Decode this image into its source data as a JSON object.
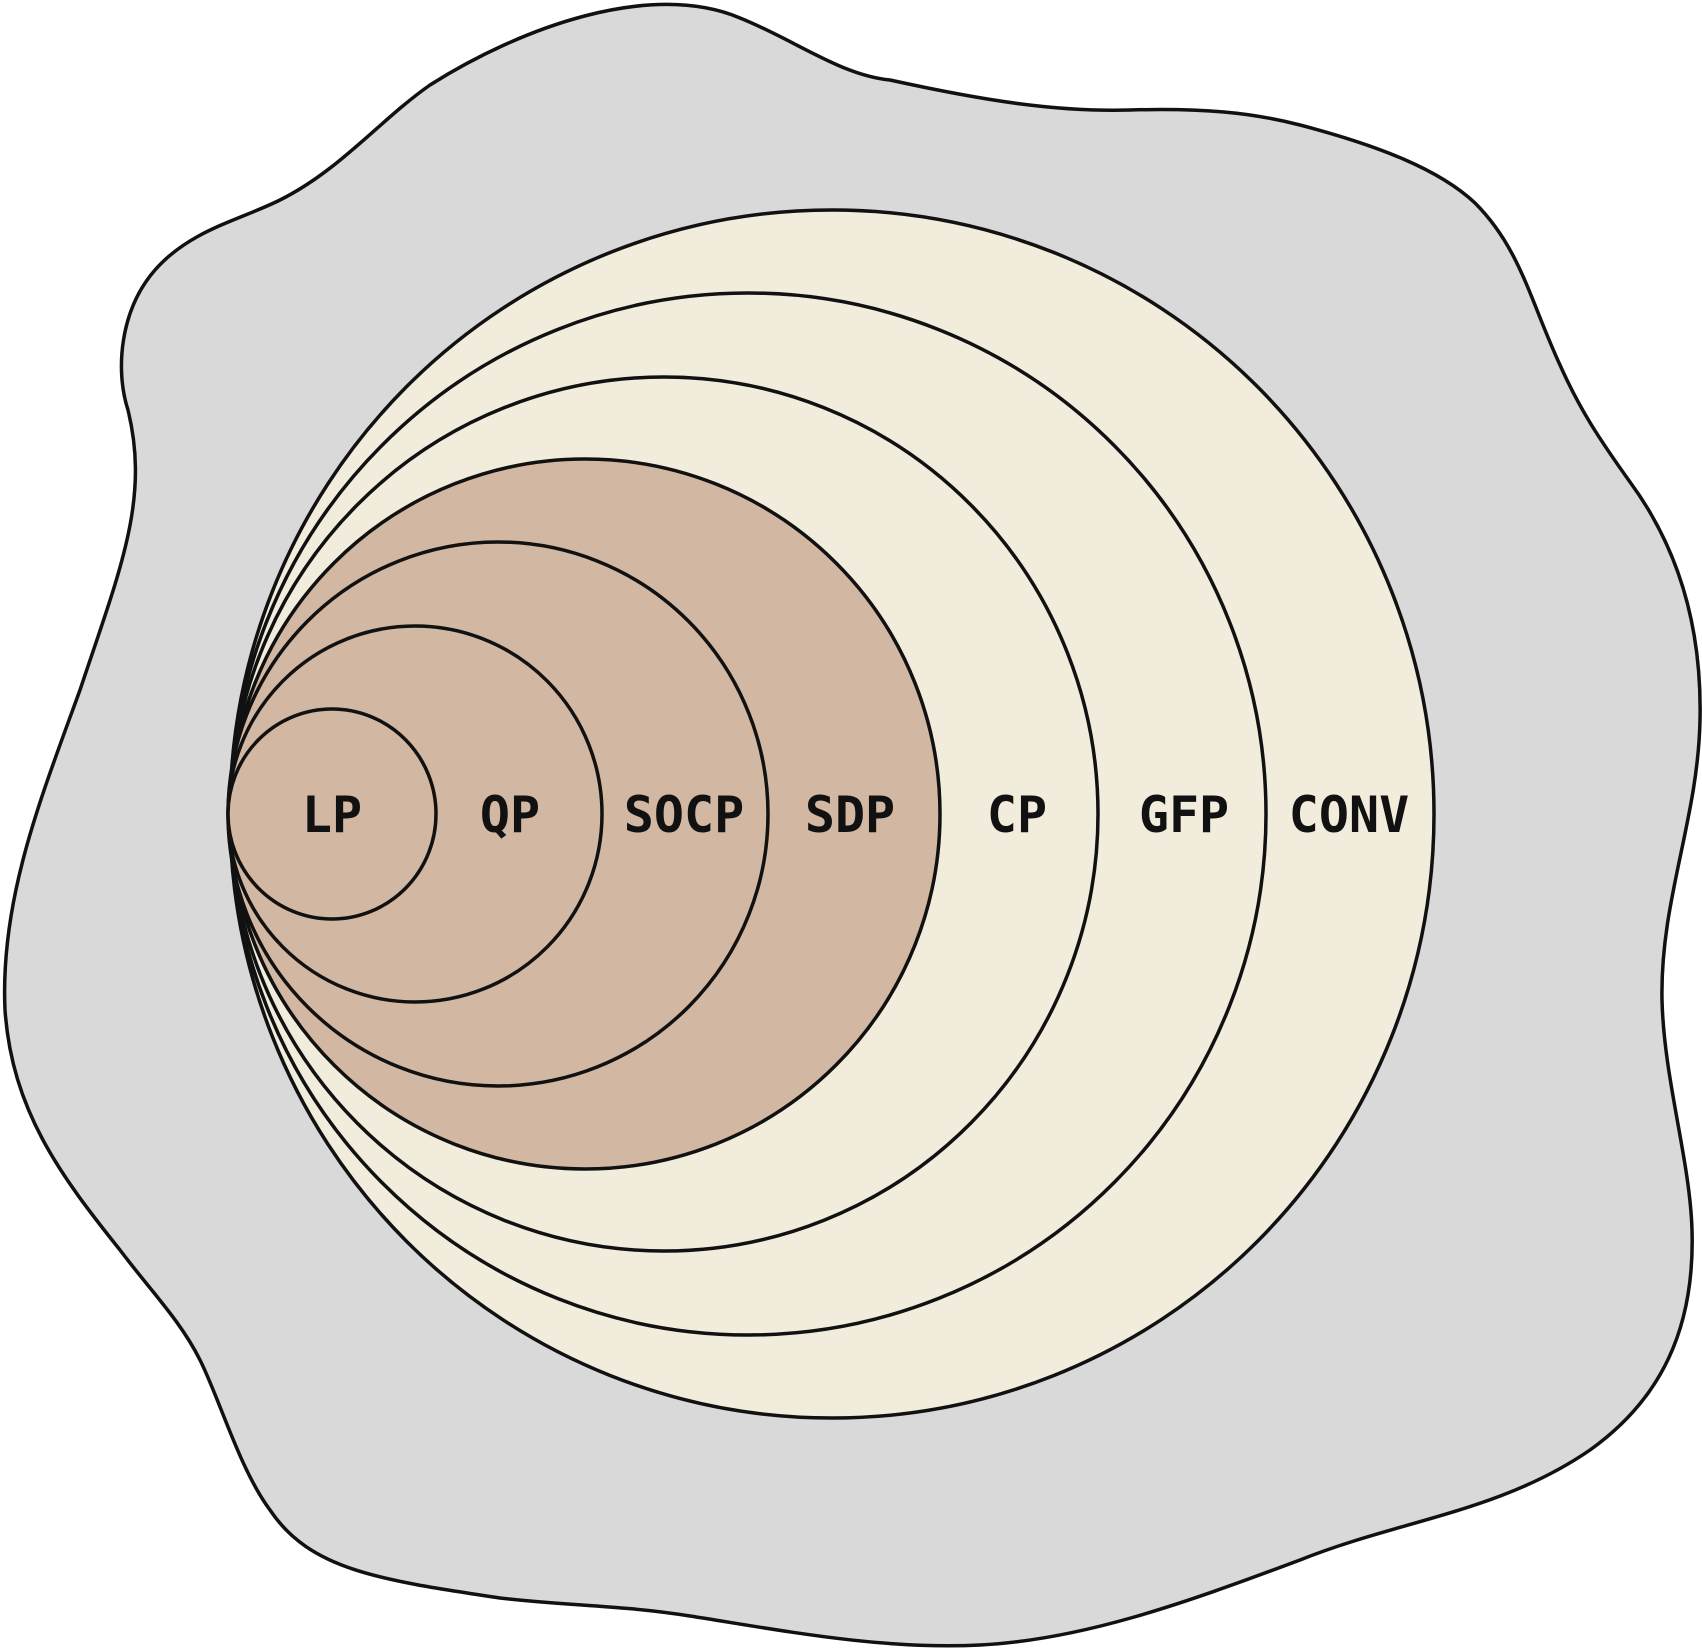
{
  "colors": {
    "background_region": "#d9d9d9",
    "outer_classes_fill": "#f1ecdc",
    "inner_classes_fill": "#d2b8a3",
    "stroke": "#111111"
  },
  "labels": {
    "lp": "LP",
    "qp": "QP",
    "socp": "SOCP",
    "sdp": "SDP",
    "cp": "CP",
    "gfp": "GFP",
    "conv": "CONV"
  }
}
